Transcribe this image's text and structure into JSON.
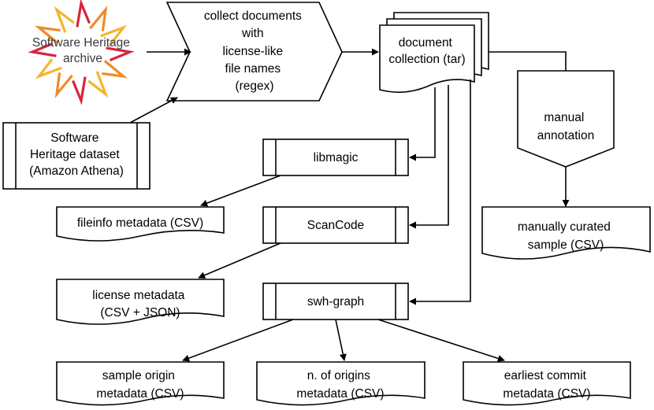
{
  "nodes": {
    "swh_archive": {
      "lines": [
        "Software Heritage",
        "archive"
      ]
    },
    "swh_dataset": {
      "lines": [
        "Software",
        "Heritage dataset",
        "(Amazon Athena)"
      ]
    },
    "collect": {
      "lines": [
        "collect documents",
        "with",
        "license-like",
        "file names",
        "(regex)"
      ]
    },
    "doc_collection": {
      "lines": [
        "document",
        "collection (tar)"
      ]
    },
    "manual_annotation": {
      "lines": [
        "manual",
        "annotation"
      ]
    },
    "manual_sample": {
      "lines": [
        "manually curated",
        "sample (CSV)"
      ]
    },
    "libmagic": {
      "lines": [
        "libmagic"
      ]
    },
    "fileinfo": {
      "lines": [
        "fileinfo metadata (CSV)"
      ]
    },
    "scancode": {
      "lines": [
        "ScanCode"
      ]
    },
    "license_meta": {
      "lines": [
        "license metadata",
        "(CSV + JSON)"
      ]
    },
    "swh_graph": {
      "lines": [
        "swh-graph"
      ]
    },
    "sample_origin": {
      "lines": [
        "sample origin",
        "metadata (CSV)"
      ]
    },
    "n_origins": {
      "lines": [
        "n. of origins",
        "metadata (CSV)"
      ]
    },
    "earliest_commit": {
      "lines": [
        "earliest commit",
        "metadata (CSV)"
      ]
    }
  },
  "colors": {
    "logo_red": "#d7263d",
    "logo_orange": "#f08a24",
    "logo_yellow": "#f6b42b"
  }
}
